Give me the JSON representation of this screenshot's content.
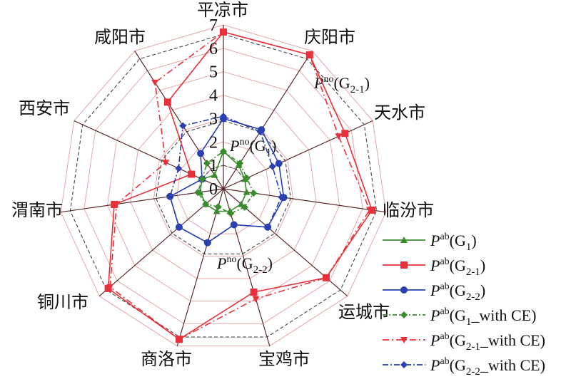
{
  "chart_data": {
    "type": "radar",
    "categories": [
      "平凉市",
      "庆阳市",
      "天水市",
      "临汾市",
      "运城市",
      "宝鸡市",
      "商洛市",
      "铜川市",
      "渭南市",
      "西安市",
      "咸阳市"
    ],
    "rlim": [
      0,
      7
    ],
    "ticks": [
      "0",
      "1",
      "2",
      "3",
      "4",
      "5",
      "6",
      "7"
    ],
    "grid": true,
    "reference_rings": [
      {
        "value": 6.6,
        "style": "dashed",
        "label": {
          "main": "P",
          "sup": "no",
          "sub": "2-1",
          "text": "(G",
          "close": ")"
        }
      },
      {
        "value": 2.9,
        "style": "dashed",
        "label": {
          "main": "P",
          "sup": "no",
          "sub": "1",
          "text": "(G",
          "close": ")"
        }
      },
      {
        "value": 1.0,
        "style": "dashed",
        "label": {
          "main": "P",
          "sup": "no",
          "sub": "2-2",
          "text": "(G",
          "close": ")"
        }
      }
    ],
    "series": [
      {
        "name": "Pab(G1)",
        "label": {
          "sub": "1",
          "suffix": ""
        },
        "color": "#3a8a2e",
        "dash": "",
        "marker": "triangle",
        "values": [
          1.6,
          1.2,
          1.0,
          1.0,
          1.0,
          1.0,
          1.0,
          1.0,
          1.0,
          1.0,
          0.7
        ]
      },
      {
        "name": "Pab(G2-1)",
        "label": {
          "sub": "2-1",
          "suffix": ""
        },
        "color": "#e8313a",
        "dash": "",
        "marker": "square",
        "values": [
          6.7,
          6.8,
          5.7,
          6.4,
          5.8,
          4.6,
          6.7,
          6.5,
          4.7,
          1.5,
          4.4
        ]
      },
      {
        "name": "Pab(G2-2)",
        "label": {
          "sub": "2-2",
          "suffix": ""
        },
        "color": "#2a3fb0",
        "dash": "",
        "marker": "circle",
        "values": [
          3.0,
          3.0,
          2.6,
          2.6,
          2.5,
          1.6,
          2.4,
          2.5,
          2.3,
          1.0,
          1.8
        ]
      },
      {
        "name": "Pab(G1_with CE)",
        "label": {
          "sub": "1",
          "suffix": "_with CE"
        },
        "color": "#3a8a2e",
        "dash": "6,3,2,3",
        "marker": "diamond",
        "values": [
          1.6,
          1.3,
          1.1,
          1.3,
          1.2,
          1.1,
          0.8,
          1.0,
          1.1,
          1.0,
          1.3
        ]
      },
      {
        "name": "Pab(G2-1_with CE)",
        "label": {
          "sub": "2-1",
          "suffix": "_with CE"
        },
        "color": "#e8313a",
        "dash": "9,4,2,4",
        "marker": "triangle-down",
        "values": [
          6.7,
          6.8,
          5.4,
          6.3,
          5.8,
          4.9,
          6.7,
          6.4,
          4.6,
          2.7,
          5.4
        ]
      },
      {
        "name": "Pab(G2-2_with CE)",
        "label": {
          "sub": "2-2",
          "suffix": "_with CE"
        },
        "color": "#2a3fb0",
        "dash": "8,3,2,3",
        "marker": "diamond",
        "values": [
          3.1,
          2.9,
          2.3,
          2.5,
          2.5,
          1.6,
          2.4,
          2.5,
          2.3,
          2.1,
          3.2
        ]
      }
    ]
  },
  "legend": {
    "main": "P",
    "sup": "ab",
    "prefix": "(G",
    "close": ")"
  }
}
